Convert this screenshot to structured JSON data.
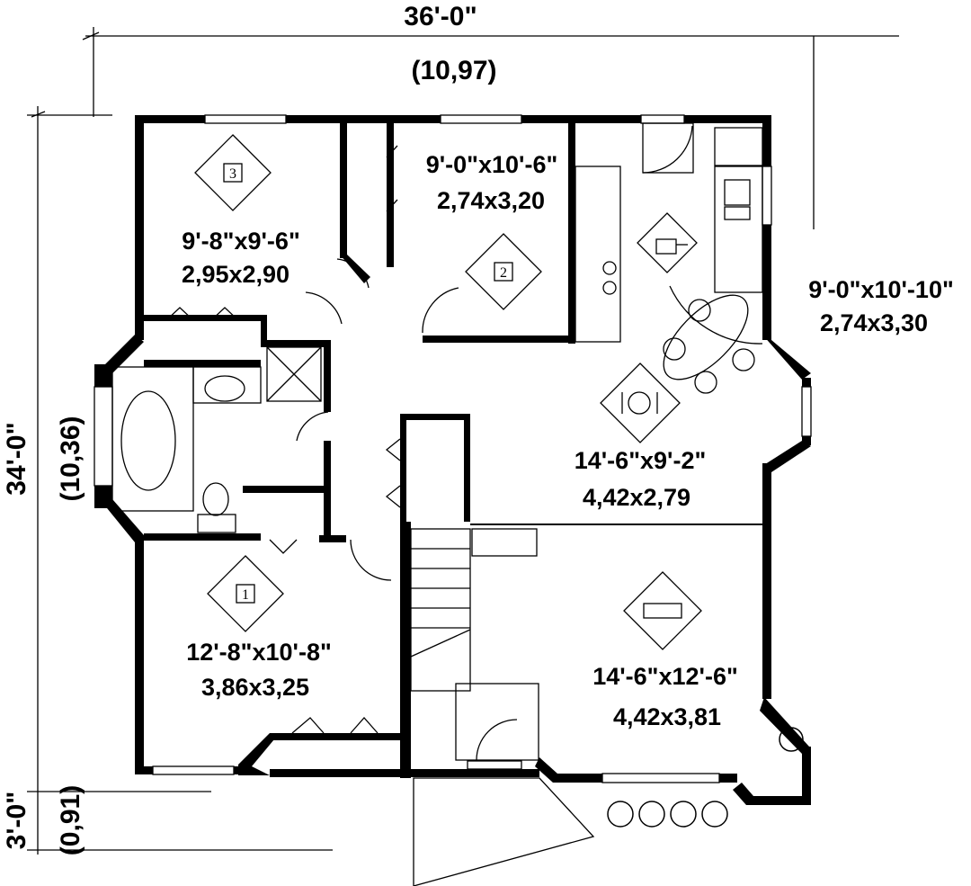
{
  "dimensions": {
    "width_imperial": "36'-0\"",
    "width_metric": "(10,97)",
    "depth_imperial": "34'-0\"",
    "depth_metric": "(10,36)",
    "porch_imperial": "3'-0\"",
    "porch_metric": "(0,91)"
  },
  "rooms": [
    {
      "id": "bedroom-3",
      "badge": "3",
      "imperial": "9'-8\"x9'-6\"",
      "metric": "2,95x2,90"
    },
    {
      "id": "bedroom-2",
      "badge": "2",
      "imperial": "9'-0\"x10'-6\"",
      "metric": "2,74x3,20"
    },
    {
      "id": "kitchen",
      "imperial": "9'-0\"x10'-10\"",
      "metric": "2,74x3,30"
    },
    {
      "id": "dining",
      "imperial": "14'-6\"x9'-2\"",
      "metric": "4,42x2,79"
    },
    {
      "id": "bedroom-1",
      "badge": "1",
      "imperial": "12'-8\"x10'-8\"",
      "metric": "3,86x3,25"
    },
    {
      "id": "living",
      "imperial": "14'-6\"x12'-6\"",
      "metric": "4,42x3,81"
    }
  ]
}
